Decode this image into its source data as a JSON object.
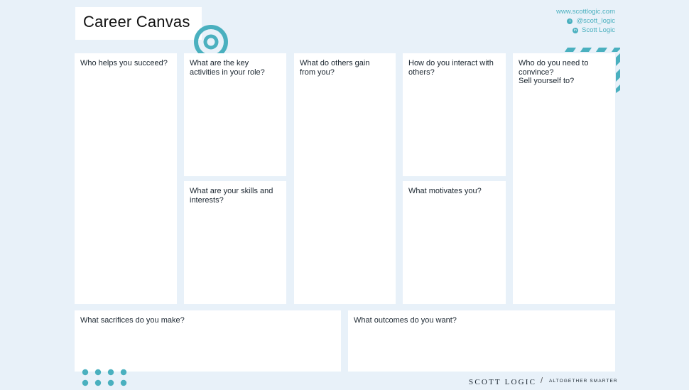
{
  "title": "Career Canvas",
  "links": {
    "website": "www.scottlogic.com",
    "twitter": "@scott_logic",
    "linkedin": "Scott Logic"
  },
  "boxes": {
    "key_partners": "Who helps you succeed?",
    "key_activities": "What are the key\nactivities in your role?",
    "skills": "What are your skills and\ninterests?",
    "value": "What do others gain\nfrom you?",
    "interact": "How do you interact with\nothers?",
    "motivates": "What motivates you?",
    "convince": "Who do you need to\nconvince?\nSell yourself to?",
    "sacrifices": "What sacrifices do you make?",
    "outcomes": "What outcomes do you want?"
  },
  "footer": {
    "brand": "SCOTT LOGIC",
    "tagline": "ALTOGETHER SMARTER"
  },
  "colors": {
    "accent": "#4ab0bf",
    "background": "#e8f1f9"
  },
  "icons": [
    "twitter-icon",
    "linkedin-icon",
    "target-icon"
  ]
}
